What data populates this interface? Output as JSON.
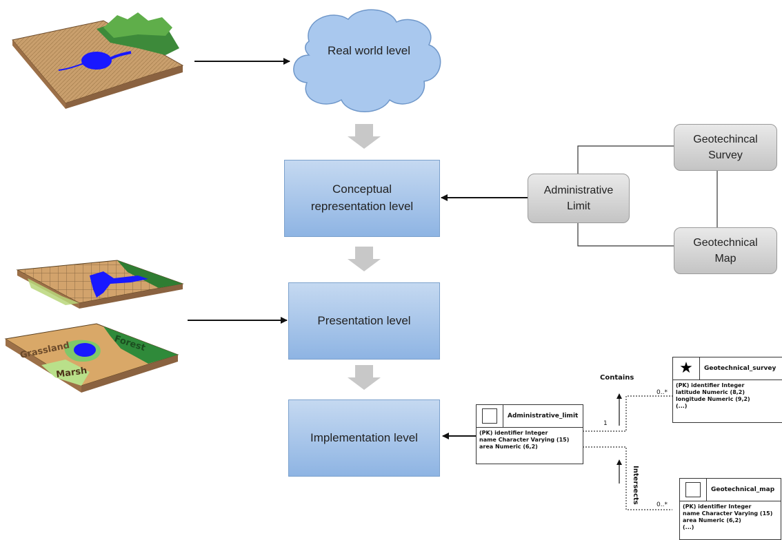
{
  "levels": {
    "real_world": "Real world level",
    "conceptual": "Conceptual representation level",
    "presentation": "Presentation level",
    "implementation": "Implementation level"
  },
  "concept_nodes": {
    "administrative_limit": "Administrative Limit",
    "geotechnical_survey": "Geotechincal Survey",
    "geotechnical_map": "Geotechnical Map"
  },
  "uml": {
    "administrative_limit": {
      "title": "Administrative_limit",
      "attributes": [
        "(PK) identifier Integer",
        "name Character Varying (15)",
        "area Numeric (6,2)"
      ]
    },
    "geotechnical_survey": {
      "title": "Geotechnical_survey",
      "attributes": [
        "(PK) identifier Integer",
        "latitude Numeric (8,2)",
        "longitude Numeric (9,2)",
        "(...)"
      ]
    },
    "geotechnical_map": {
      "title": "Geotechnical_map",
      "attributes": [
        "(PK) identifier Integer",
        "name Character Varying (15)",
        "area Numeric (6,2)",
        "(...)"
      ]
    }
  },
  "relations": {
    "contains": "Contains",
    "intersects": "Intersects",
    "mult_one": "1",
    "mult_survey": "0..*",
    "mult_map": "0..*"
  },
  "map_labels": {
    "grassland": "Grassland",
    "forest": "Forest",
    "marsh": "Marsh"
  },
  "colors": {
    "level_fill_top": "#c5d9f1",
    "level_fill_bottom": "#8eb4e3",
    "node_fill": "#d9d9d9",
    "cloud": "#a9c8ee",
    "water": "#1a1aff",
    "forest": "#2e7d32",
    "terrain": "#c8a070"
  }
}
